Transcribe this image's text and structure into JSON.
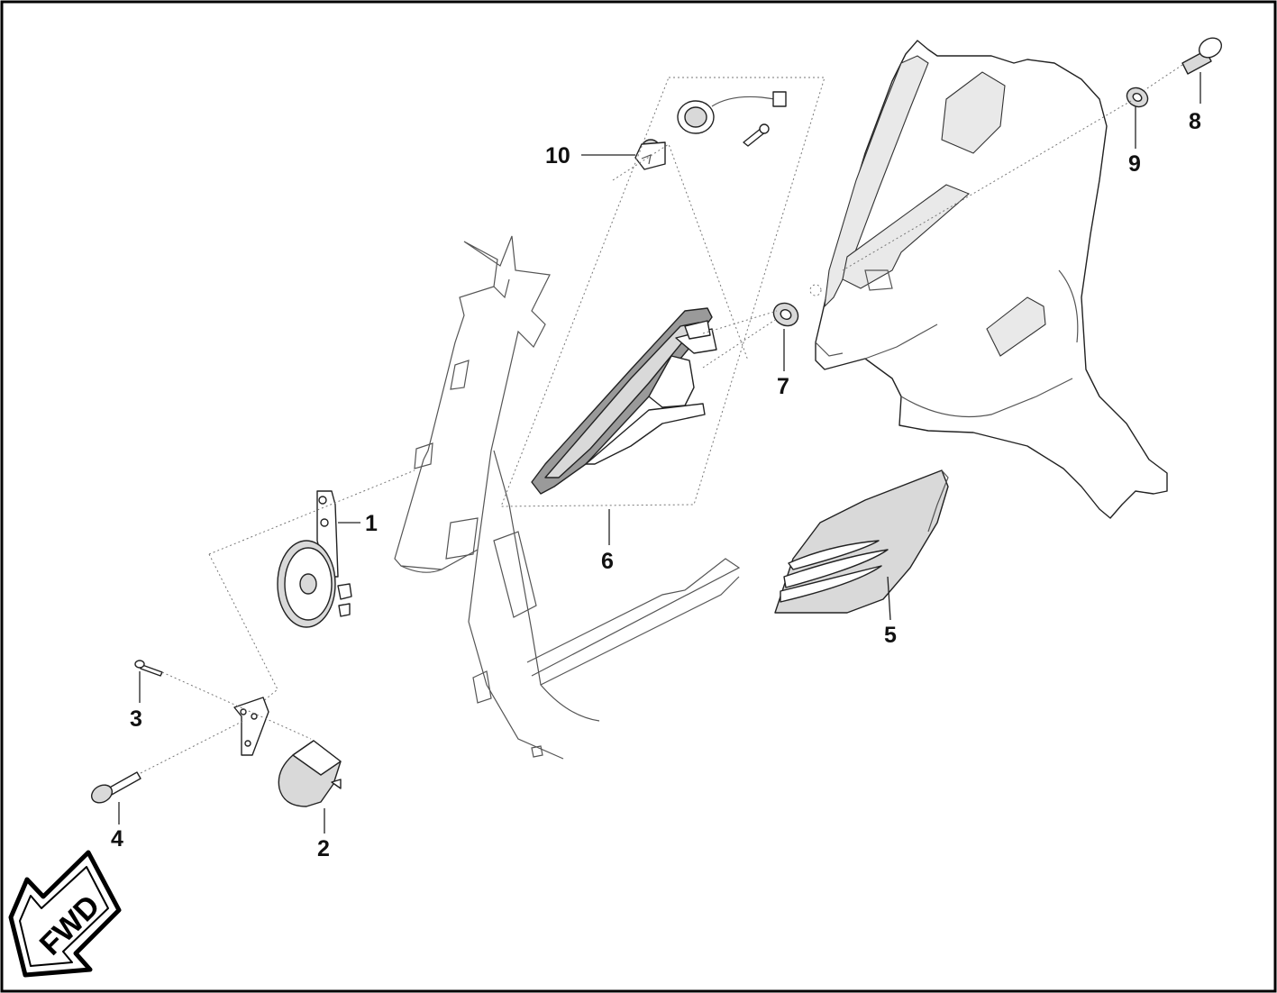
{
  "callouts": [
    {
      "id": "1",
      "label": "1"
    },
    {
      "id": "2",
      "label": "2"
    },
    {
      "id": "3",
      "label": "3"
    },
    {
      "id": "4",
      "label": "4"
    },
    {
      "id": "5",
      "label": "5"
    },
    {
      "id": "6",
      "label": "6"
    },
    {
      "id": "7",
      "label": "7"
    },
    {
      "id": "8",
      "label": "8"
    },
    {
      "id": "9",
      "label": "9"
    },
    {
      "id": "10",
      "label": "10"
    }
  ],
  "direction_arrow": {
    "label": "FWD"
  },
  "colors": {
    "line": "#222222",
    "fill_light": "#d9d9d9",
    "fill_dark": "#9a9a9a",
    "frame": "#000000"
  }
}
